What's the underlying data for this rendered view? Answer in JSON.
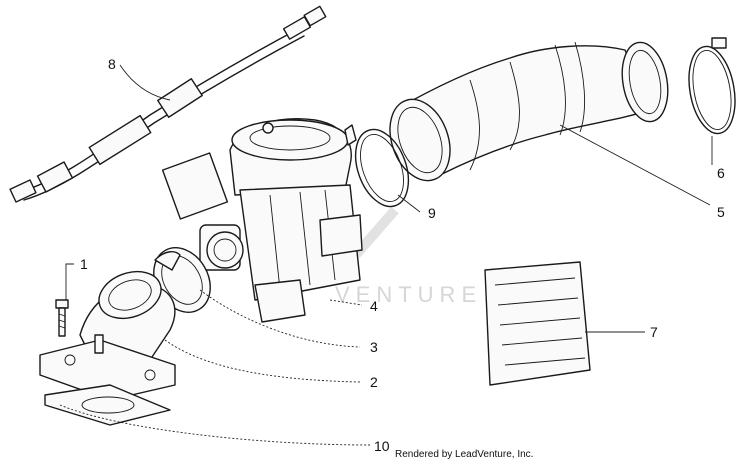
{
  "callouts": [
    {
      "id": "1",
      "label": "1"
    },
    {
      "id": "2",
      "label": "2"
    },
    {
      "id": "3",
      "label": "3"
    },
    {
      "id": "4",
      "label": "4"
    },
    {
      "id": "5",
      "label": "5"
    },
    {
      "id": "6",
      "label": "6"
    },
    {
      "id": "7",
      "label": "7"
    },
    {
      "id": "8",
      "label": "8"
    },
    {
      "id": "9",
      "label": "9"
    },
    {
      "id": "10",
      "label": "10"
    }
  ],
  "footer": {
    "credit": "Rendered by LeadVenture, Inc."
  },
  "watermark": {
    "text": "VENTURE"
  },
  "colors": {
    "ink": "#1a1a1a",
    "background": "#ffffff",
    "watermark": "#d6d6d6"
  }
}
